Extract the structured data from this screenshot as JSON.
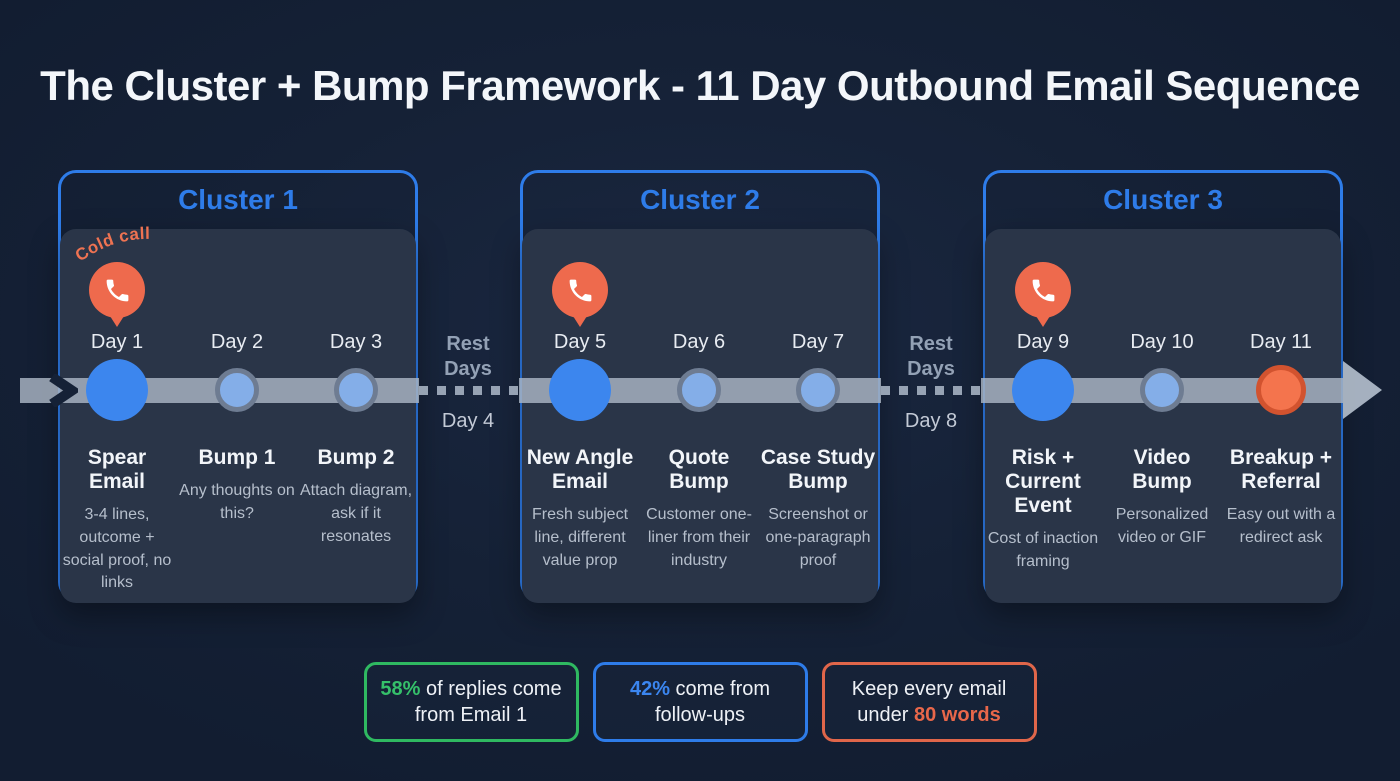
{
  "title": "The Cluster + Bump Framework - 11 Day Outbound Email Sequence",
  "clusters": [
    {
      "label": "Cluster 1",
      "days": [
        {
          "day": "Day 1",
          "title": "Spear Email",
          "desc": "3-4 lines, outcome + social proof, no links",
          "node": "major",
          "phone": true,
          "phone_label": "Cold call"
        },
        {
          "day": "Day 2",
          "title": "Bump 1",
          "desc": "Any thoughts on this?",
          "node": "minor"
        },
        {
          "day": "Day 3",
          "title": "Bump 2",
          "desc": "Attach diagram, ask if it resonates",
          "node": "minor"
        }
      ]
    },
    {
      "label": "Cluster 2",
      "days": [
        {
          "day": "Day 5",
          "title": "New Angle Email",
          "desc": "Fresh subject line, different value prop",
          "node": "major",
          "phone": true
        },
        {
          "day": "Day 6",
          "title": "Quote Bump",
          "desc": "Customer one-liner from their industry",
          "node": "minor"
        },
        {
          "day": "Day 7",
          "title": "Case Study Bump",
          "desc": "Screenshot or one-paragraph proof",
          "node": "minor"
        }
      ]
    },
    {
      "label": "Cluster 3",
      "days": [
        {
          "day": "Day 9",
          "title": "Risk + Current Event",
          "desc": "Cost of inaction framing",
          "node": "major",
          "phone": true
        },
        {
          "day": "Day 10",
          "title": "Video Bump",
          "desc": "Personalized video or GIF",
          "node": "minor"
        },
        {
          "day": "Day 11",
          "title": "Breakup + Referral",
          "desc": "Easy out with a redirect ask",
          "node": "end"
        }
      ]
    }
  ],
  "rest_breaks": [
    {
      "label": "Rest Days",
      "day": "Day 4"
    },
    {
      "label": "Rest Days",
      "day": "Day 8"
    }
  ],
  "stats": [
    {
      "prefix": "",
      "highlight": "58%",
      "suffix": " of replies come from Email 1",
      "border_color": "#2fb961",
      "highlight_color": "#35c06a"
    },
    {
      "prefix": "",
      "highlight": "42%",
      "suffix": " come from follow-ups",
      "border_color": "#2e7ce9",
      "highlight_color": "#3b86f0"
    },
    {
      "prefix": "Keep every email under ",
      "highlight": "80 words",
      "suffix": "",
      "border_color": "#e0664a",
      "highlight_color": "#e8674a"
    }
  ],
  "colors": {
    "background": "#152136",
    "card": "#2a3548",
    "cluster_border": "#2e7ce9",
    "cluster_title": "#2e7ce9",
    "timeline_band": "#abb6c5",
    "node_major": "#3c86ee",
    "node_minor_fill": "#84aee8",
    "node_minor_ring": "#6e7c92",
    "node_end_fill": "#f4744d",
    "node_end_ring": "#d2532f",
    "phone_pin": "#ee6a4d",
    "cold_call_text": "#ef7352"
  }
}
